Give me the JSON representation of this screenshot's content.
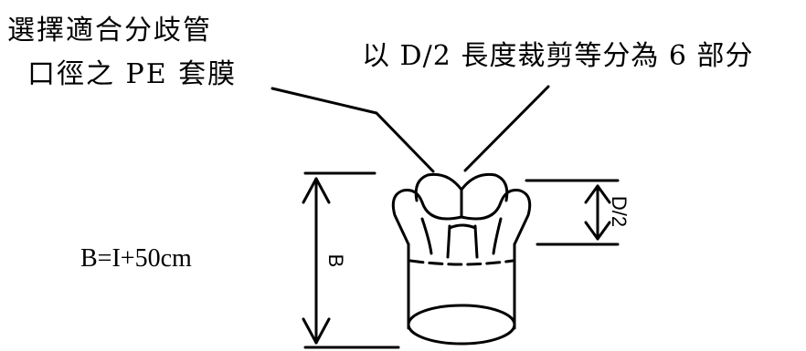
{
  "labels": {
    "left_line1": "選擇適合分歧管",
    "left_line2": "口徑之 PE 套膜",
    "right_line": "以 D/2 長度裁剪等分為 6 部分",
    "formula": "B=I+50cm",
    "dim_b": "B",
    "dim_d2": "D/2"
  }
}
